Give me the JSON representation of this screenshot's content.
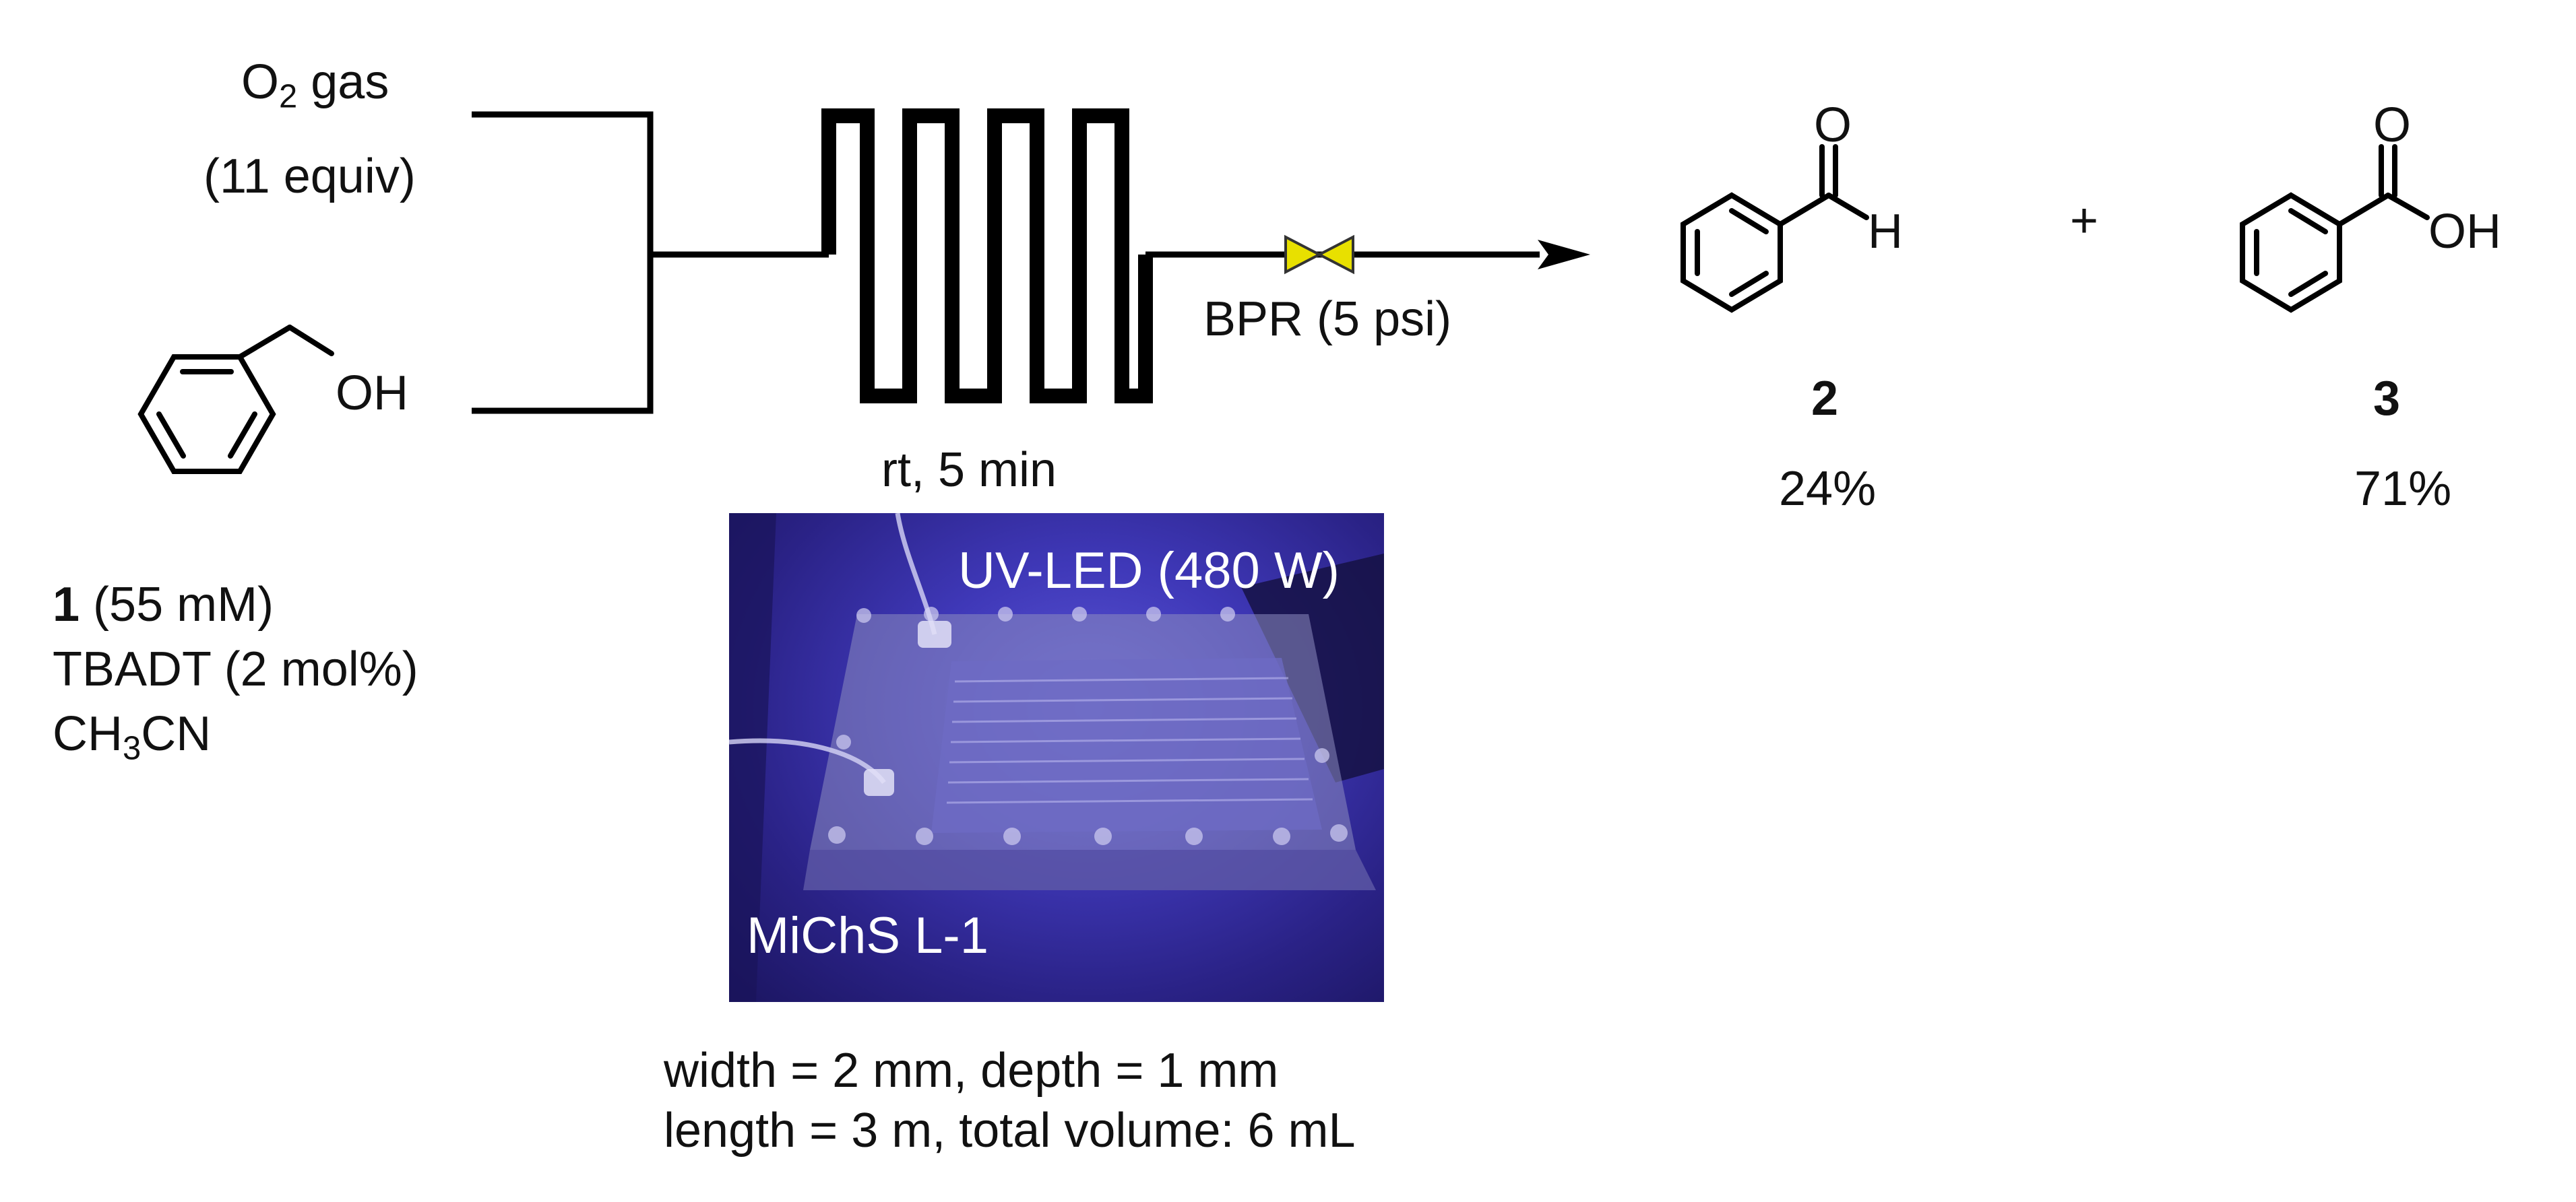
{
  "reagent_o2": {
    "name": "O",
    "sub": "2",
    "rest": " gas",
    "equiv": "(11 equiv)"
  },
  "substrate": {
    "structure_label": "OH",
    "number": "1",
    "conc": " (55 mM)",
    "catalyst": "TBADT (2 mol%)",
    "solvent_a": "CH",
    "solvent_sub": "3",
    "solvent_b": "CN"
  },
  "reactor": {
    "conditions": "rt, 5 min",
    "bpr": "BPR (5 psi)",
    "photo_label_top": "UV-LED (480 W)",
    "photo_label_bottom": "MiChS L-1",
    "caption_line1": "width = 2 mm, depth = 1 mm",
    "caption_line2": "length = 3 m, total volume: 6 mL"
  },
  "products": [
    {
      "number": "2",
      "yield": "24%",
      "atom_o": "O",
      "atom_h": "H"
    },
    {
      "number": "3",
      "yield": "71%",
      "atom_o": "O",
      "atom_oh": "OH"
    }
  ],
  "plus_sign": "+",
  "colors": {
    "line": "#000000",
    "valve": "#e8e000",
    "photo_bg": "#3f38b8"
  }
}
